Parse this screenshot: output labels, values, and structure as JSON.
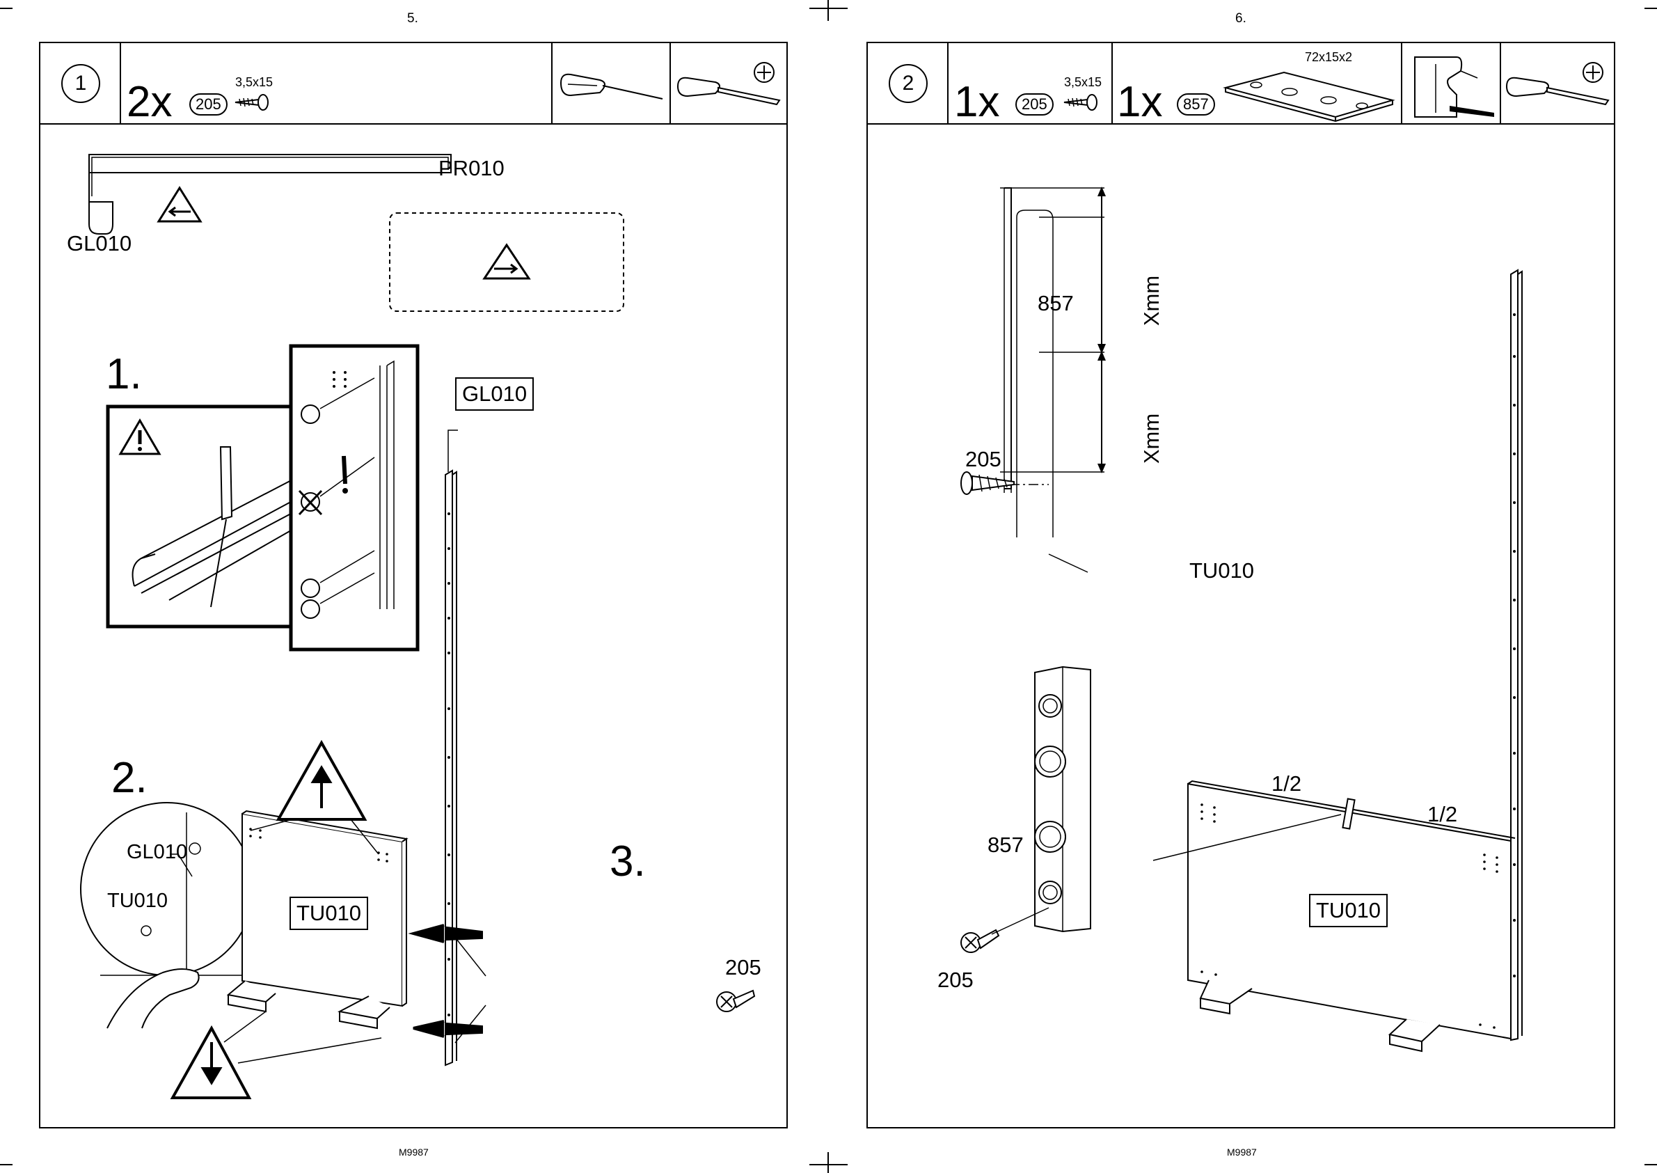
{
  "pages": [
    {
      "page_number": "5.",
      "footer": "M9987",
      "header": {
        "step": "1",
        "quantity": "2x",
        "part": "205",
        "screw_size": "3,5x15",
        "tools": [
          "awl-icon",
          "phillips-screwdriver-icon"
        ]
      },
      "labels": {
        "pr010": "PR010",
        "gl010_top": "GL010",
        "substep1": "1.",
        "substep2": "2.",
        "substep3": "3.",
        "gl010_zoom": "GL010",
        "tu010_zoom": "TU010",
        "gl010_box": "GL010",
        "tu010_box": "TU010",
        "screw_205": "205"
      }
    },
    {
      "page_number": "6.",
      "footer": "M9987",
      "header": {
        "step": "2",
        "quantity_a": "1x",
        "part_a": "205",
        "screw_size": "3,5x15",
        "quantity_b": "1x",
        "part_b": "857",
        "bracket_size": "72x15x2",
        "tools": [
          "bracket-icon",
          "phillips-screwdriver-icon"
        ]
      },
      "labels": {
        "part_857_top": "857",
        "xmm_top": "Xmm",
        "xmm_bottom": "Xmm",
        "screw_205_top": "205",
        "tu010_top": "TU010",
        "half_left": "1/2",
        "half_right": "1/2",
        "part_857_mid": "857",
        "tu010_box": "TU010",
        "screw_205_bottom": "205"
      }
    }
  ]
}
